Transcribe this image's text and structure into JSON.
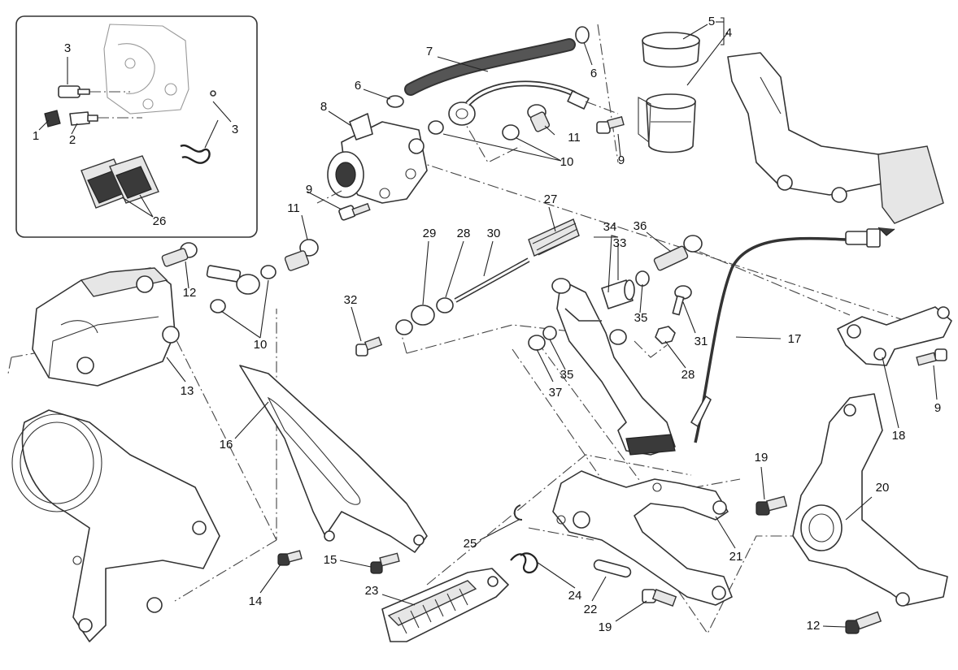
{
  "callouts": {
    "c1": "1",
    "c2": "2",
    "c3a": "3",
    "c3b": "3",
    "c4": "4",
    "c5": "5",
    "c6a": "6",
    "c6b": "6",
    "c7": "7",
    "c8": "8",
    "c9a": "9",
    "c9b": "9",
    "c9c": "9",
    "c10a": "10",
    "c10b": "10",
    "c11a": "11",
    "c11b": "11",
    "c12a": "12",
    "c12b": "12",
    "c13": "13",
    "c14": "14",
    "c15": "15",
    "c16": "16",
    "c17": "17",
    "c18": "18",
    "c19a": "19",
    "c19b": "19",
    "c20": "20",
    "c21": "21",
    "c22": "22",
    "c23": "23",
    "c24": "24",
    "c25": "25",
    "c26": "26",
    "c27": "27",
    "c28a": "28",
    "c28b": "28",
    "c29": "29",
    "c30": "30",
    "c31": "31",
    "c32": "32",
    "c33": "33",
    "c34": "34",
    "c35a": "35",
    "c35b": "35",
    "c36": "36",
    "c37": "37"
  }
}
